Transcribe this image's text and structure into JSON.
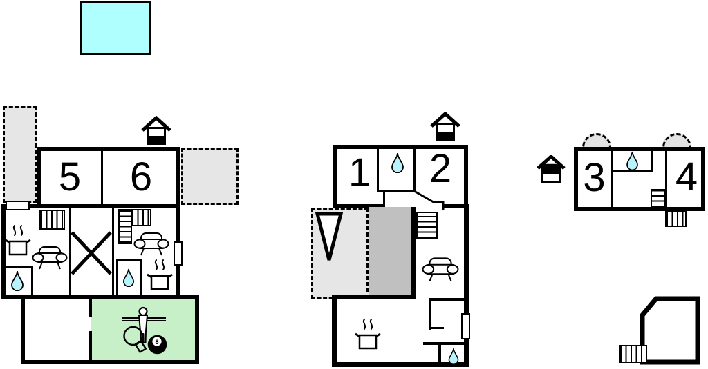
{
  "colors": {
    "wall": "#000000",
    "pool": "#b0ffff",
    "water_drop": "#b8f2fc",
    "terrace_light": "#e6e6e6",
    "terrace_dark": "#c0c0c0",
    "game_room_green": "#c8f0c8"
  },
  "plans": {
    "left": {
      "room5": "5",
      "room6": "6"
    },
    "middle": {
      "room1": "1",
      "room2": "2"
    },
    "right": {
      "room3": "3",
      "room4": "4"
    }
  },
  "game_room": {
    "eight_ball_number": "8"
  },
  "icons": [
    "pool",
    "attic-house-icon",
    "water-drop-icon",
    "stove-pot-icon",
    "sofa-icon",
    "stairs-icon",
    "void-cross-marker",
    "entrance-triangle-marker",
    "dormer-window",
    "door-marker",
    "table-tennis-paddle-icon",
    "eight-ball-icon",
    "foosball-player-icon"
  ]
}
